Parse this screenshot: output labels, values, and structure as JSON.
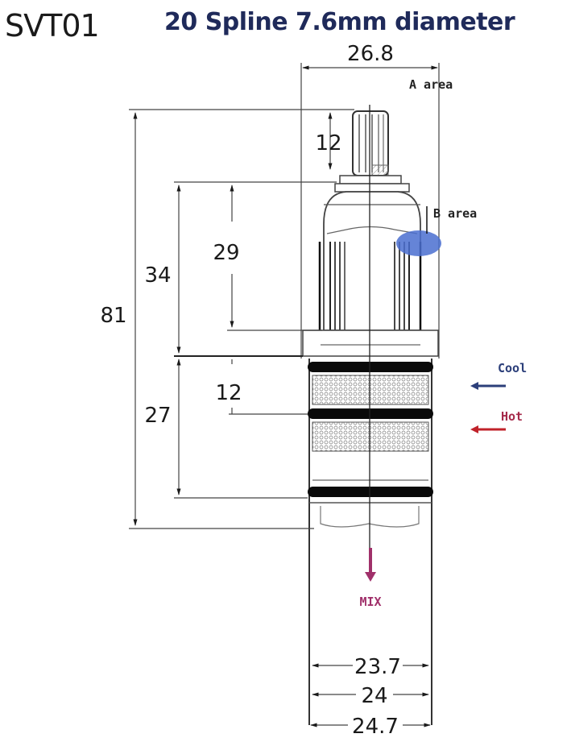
{
  "header": {
    "model": "SVT01",
    "title": "20 Spline 7.6mm diameter"
  },
  "dimensions": {
    "top_width": "26.8",
    "spline_height": "12",
    "total_height": "81",
    "upper_body": "34",
    "upper_body_inner": "29",
    "lower_body": "27",
    "seal_spacing": "12",
    "bottom_width_1": "23.7",
    "bottom_width_2": "24",
    "bottom_width_3": "24.7"
  },
  "labels": {
    "a_area": "A area",
    "b_area": "B area",
    "cool": "Cool",
    "hot": "Hot",
    "mix": "MIX"
  },
  "colors": {
    "title": "#1f2a5a",
    "cool": "#2c3f7a",
    "hot": "#c0222a",
    "hot_text": "#a52a4a",
    "mix": "#a0306a",
    "b_area_highlight": "#4a6fd0",
    "line": "#1a1a1a"
  }
}
